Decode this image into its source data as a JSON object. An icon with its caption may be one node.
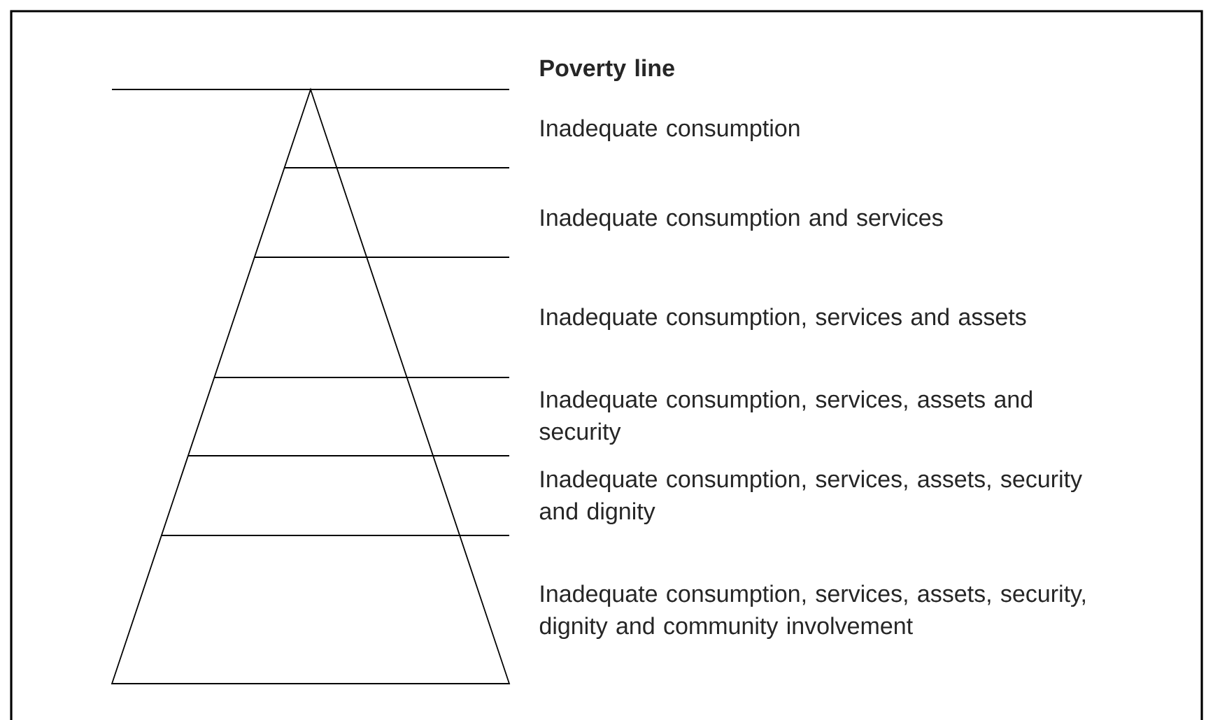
{
  "diagram": {
    "labels": [
      "Poverty line",
      "Inadequate consumption",
      "Inadequate consumption and services",
      "Inadequate consumption, services and assets",
      "Inadequate consumption, services, assets and security",
      "Inadequate consumption, services, assets, security and dignity",
      "Inadequate consumption, services, assets, security, dignity and community involvement"
    ]
  }
}
